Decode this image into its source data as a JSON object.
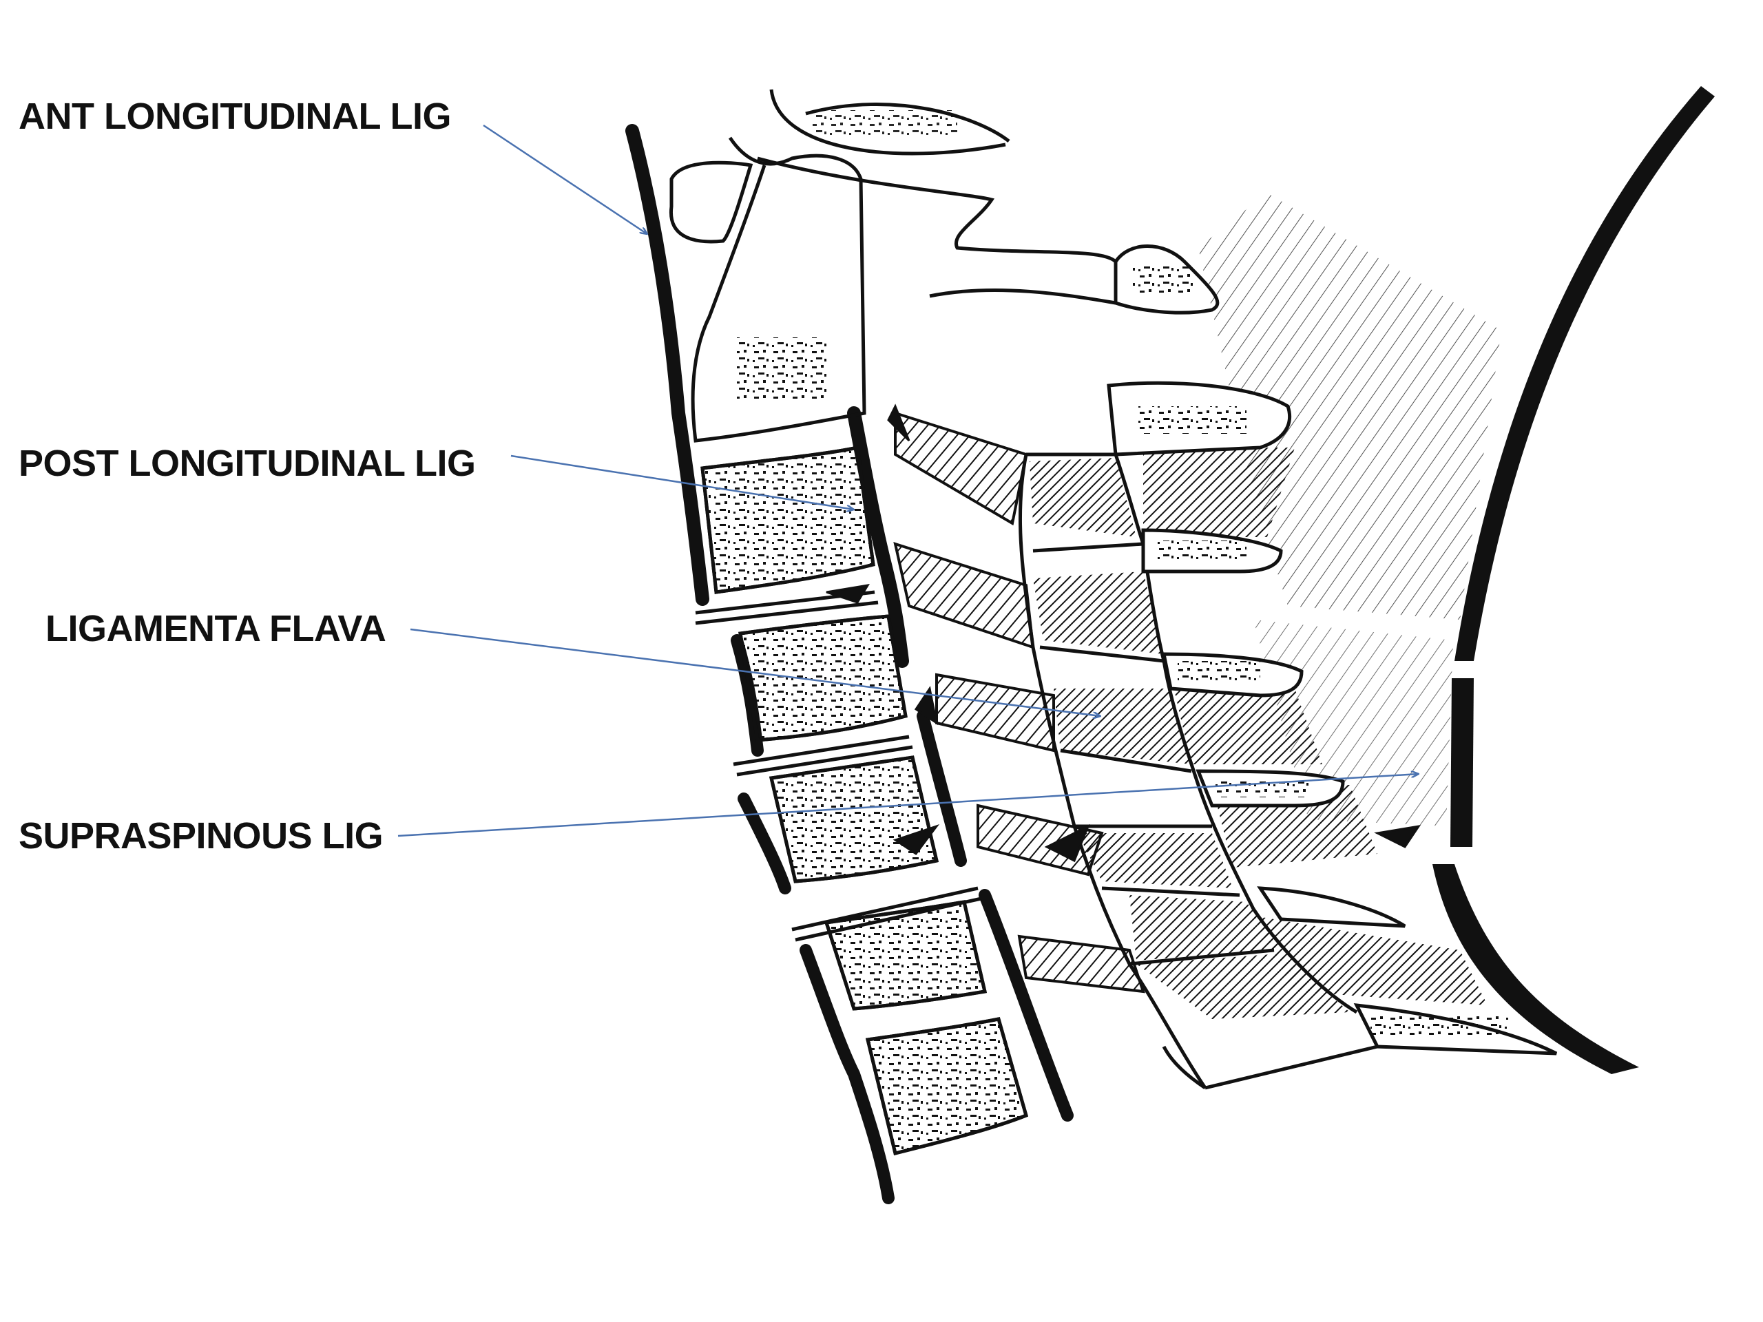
{
  "labels": {
    "ant_longitudinal": "ANT LONGITUDINAL LIG",
    "post_longitudinal": "POST LONGITUDINAL LIG",
    "ligamenta_flava": "LIGAMENTA FLAVA",
    "supraspinous": "SUPRASPINOUS LIG"
  },
  "colors": {
    "arrow": "#4a72b0",
    "ink": "#111111",
    "background": "#ffffff"
  }
}
